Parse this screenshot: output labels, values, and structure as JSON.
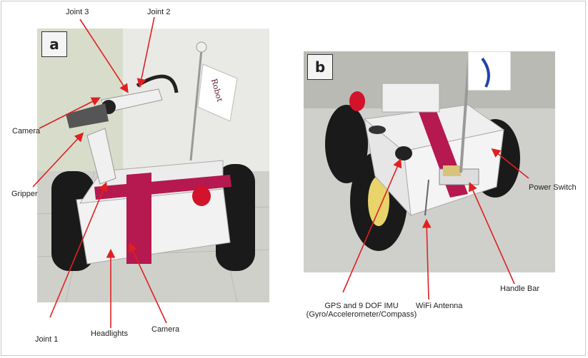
{
  "panels": {
    "a": {
      "badge": "a",
      "flag_text": "Robot"
    },
    "b": {
      "badge": "b"
    }
  },
  "labels": {
    "joint3": "Joint 3",
    "joint2": "Joint 2",
    "camera_a": "Camera",
    "gripper": "Gripper",
    "joint1": "Joint 1",
    "headlights": "Headlights",
    "camera_a2": "Camera",
    "power_switch": "Power Switch",
    "handle_bar": "Handle Bar",
    "wifi_antenna": "WiFi Antenna",
    "gps_line1": "GPS and 9 DOF IMU",
    "gps_line2": "(Gyro/Accelerometer/Compass)"
  },
  "colors": {
    "arrow": "#e02020",
    "tape": "#b5194f",
    "body": "#f2f2f2",
    "tire": "#1a1a1a",
    "wheel_hub": "#e8d46a",
    "floor": "#cfcfcf"
  }
}
